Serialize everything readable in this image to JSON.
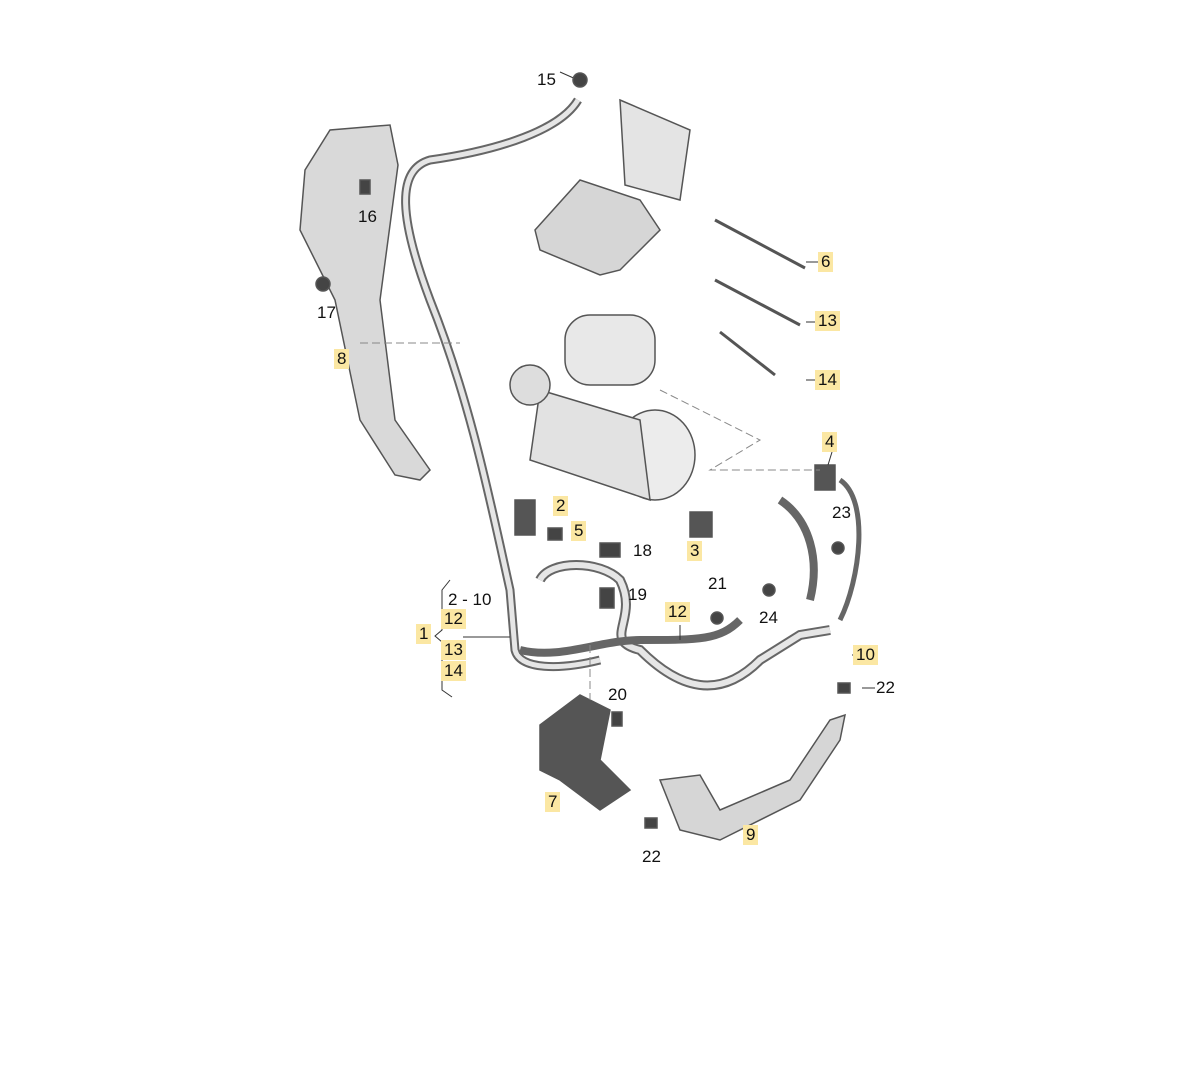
{
  "diagram": {
    "highlight_color": "#fbe7a3",
    "labels": {
      "l15": "15",
      "l16": "16",
      "l17": "17",
      "l8": "8",
      "l6": "6",
      "l13a": "13",
      "l14a": "14",
      "l4": "4",
      "l2": "2",
      "l5": "5",
      "l18": "18",
      "l3": "3",
      "l23": "23",
      "l19": "19",
      "l21": "21",
      "l24": "24",
      "l12a": "12",
      "l2_10": "2 - 10",
      "l1": "1",
      "l12b": "12",
      "l13b": "13",
      "l14b": "14",
      "l10": "10",
      "l22a": "22",
      "l20": "20",
      "l7": "7",
      "l9": "9",
      "l22b": "22"
    }
  }
}
